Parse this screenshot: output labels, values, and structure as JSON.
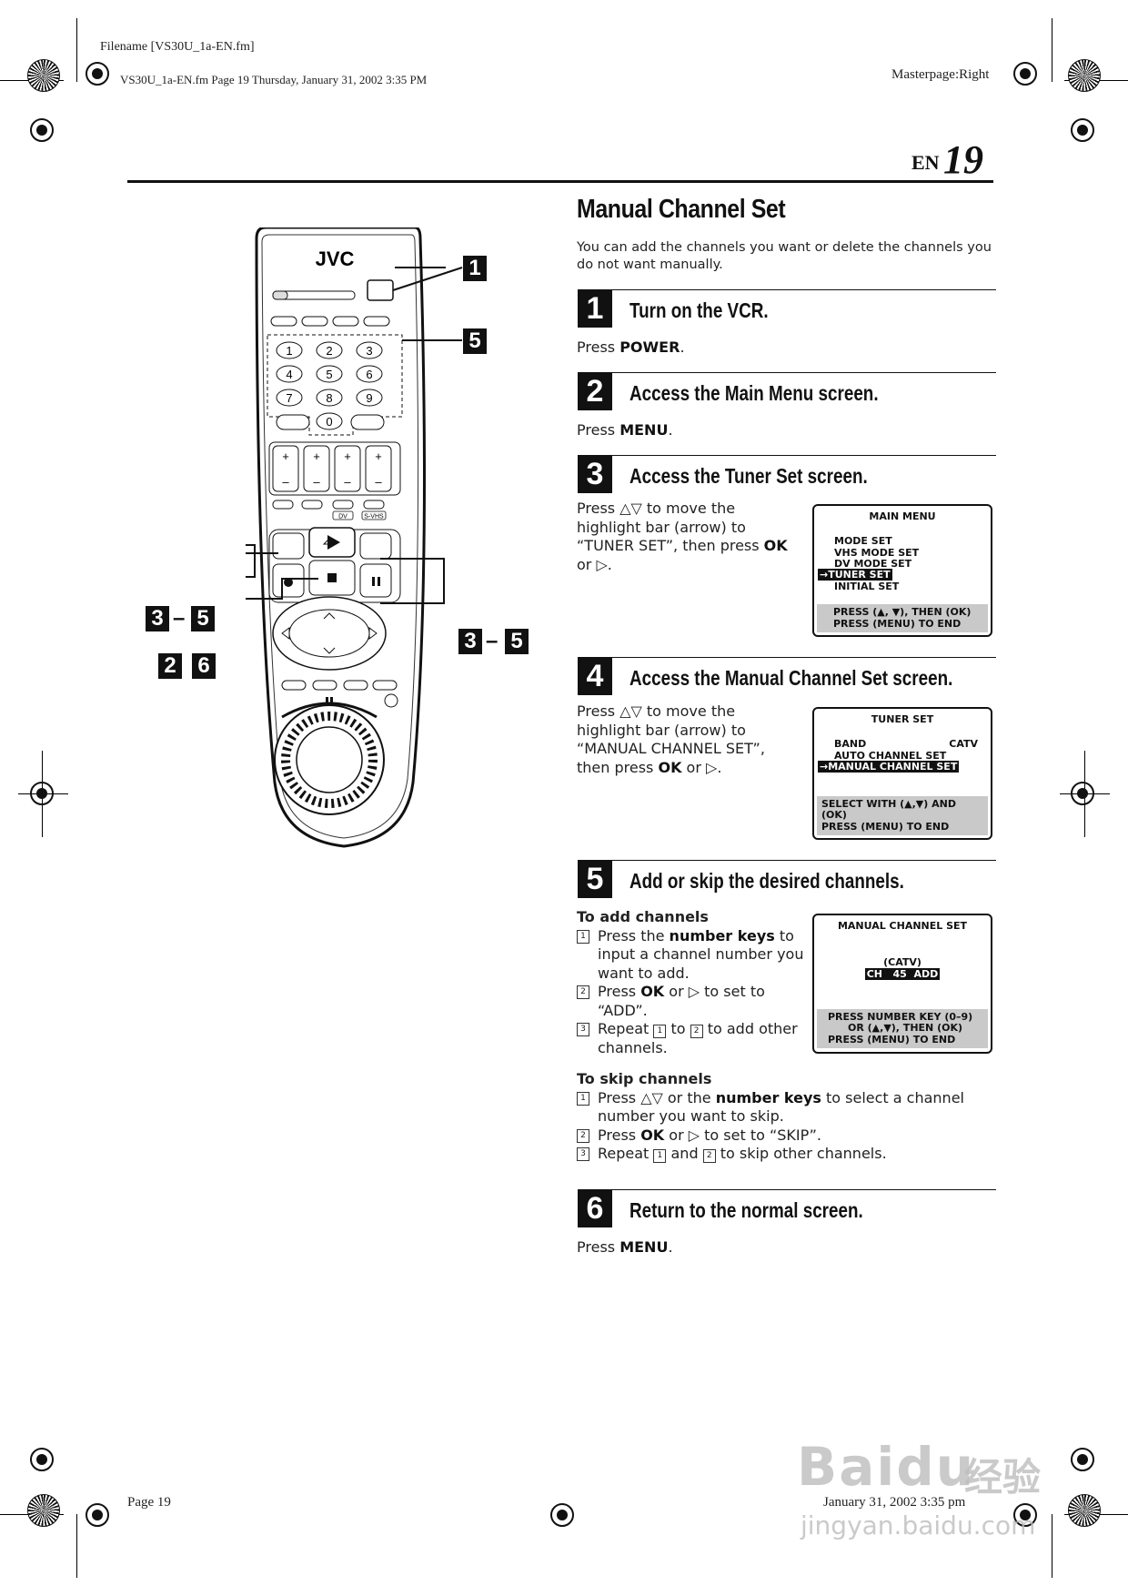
{
  "header": {
    "filename": "Filename [VS30U_1a-EN.fm]",
    "fileinfo": "VS30U_1a-EN.fm  Page 19  Thursday, January 31, 2002  3:35 PM",
    "masterpage": "Masterpage:Right",
    "lang": "EN",
    "page_number": "19"
  },
  "section": {
    "title": "Manual Channel Set",
    "intro": "You can add the channels you want or delete the channels you do not want manually."
  },
  "steps": [
    {
      "num": "1",
      "title": "Turn on the VCR.",
      "text_pre": "Press ",
      "text_bold": "POWER",
      "text_post": "."
    },
    {
      "num": "2",
      "title": "Access the Main Menu screen.",
      "text_pre": "Press ",
      "text_bold": "MENU",
      "text_post": "."
    },
    {
      "num": "3",
      "title": "Access the Tuner Set screen.",
      "p1": "Press △▽ to move the highlight bar (arrow) to “TUNER SET”, then press ",
      "p1_bold": "OK",
      "p1_post": " or ▷."
    },
    {
      "num": "4",
      "title": "Access the Manual Channel Set screen.",
      "p1": "Press △▽ to move the highlight bar (arrow) to “MANUAL CHANNEL SET”, then press ",
      "p1_bold": "OK",
      "p1_post": " or ▷."
    },
    {
      "num": "5",
      "title": "Add or skip the desired channels."
    },
    {
      "num": "6",
      "title": "Return to the normal screen.",
      "text_pre": "Press ",
      "text_bold": "MENU",
      "text_post": "."
    }
  ],
  "add_channels": {
    "heading": "To add channels",
    "i1_a": "Press the ",
    "i1_b": "number keys",
    "i1_c": " to input a channel number you want to add.",
    "i2_a": "Press ",
    "i2_b": "OK",
    "i2_c": " or ▷ to set to “ADD”.",
    "i3_a": "Repeat ",
    "i3_b": " to ",
    "i3_c": " to add other channels."
  },
  "skip_channels": {
    "heading": "To skip channels",
    "i1_a": "Press △▽ or the ",
    "i1_b": "number keys",
    "i1_c": " to select a channel number you want to skip.",
    "i2_a": "Press ",
    "i2_b": "OK",
    "i2_c": " or ▷ to set to “SKIP”.",
    "i3_a": "Repeat ",
    "i3_b": " and ",
    "i3_c": " to skip other channels."
  },
  "osd_main_menu": {
    "title": "MAIN MENU",
    "items": [
      "MODE SET",
      "VHS MODE SET",
      "DV MODE SET",
      "→TUNER SET",
      "INITIAL SET"
    ],
    "foot1": "PRESS (▲, ▼), THEN (OK)",
    "foot2": "PRESS (MENU) TO END"
  },
  "osd_tuner_set": {
    "title": "TUNER SET",
    "band_label": "BAND",
    "band_value": "CATV",
    "item2": "AUTO CHANNEL SET",
    "item3": "→MANUAL CHANNEL SET",
    "foot1": "SELECT WITH (▲,▼) AND (OK)",
    "foot2": "PRESS (MENU) TO END"
  },
  "osd_manual": {
    "title": "MANUAL CHANNEL SET",
    "band": "(CATV)",
    "ch": "CH   45  ADD",
    "foot1": "PRESS NUMBER KEY (0–9)",
    "foot2": "OR (▲,▼), THEN (OK)",
    "foot3": "PRESS (MENU) TO END"
  },
  "remote": {
    "brand": "JVC",
    "keys": [
      "1",
      "2",
      "3",
      "4",
      "5",
      "6",
      "7",
      "8",
      "9",
      "0"
    ],
    "badges": [
      "DV",
      "S-VHS"
    ],
    "callouts": {
      "c1": "1",
      "c5": "5",
      "c3a": "3",
      "c5a": "5",
      "c3b": "3",
      "c5b": "5",
      "c2": "2",
      "c6": "6",
      "dash": "–"
    }
  },
  "footer": {
    "page": "Page 19",
    "date": "January 31, 2002 3:35 pm"
  },
  "watermark": {
    "brand": "Baidu",
    "cn": "经验",
    "url": "jingyan.baidu.com"
  }
}
